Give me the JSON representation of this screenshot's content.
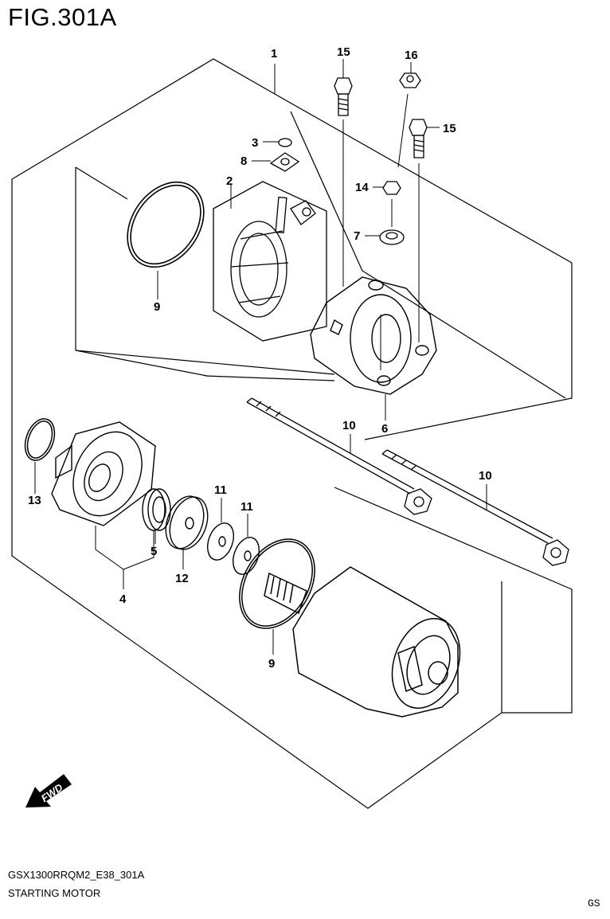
{
  "figure": {
    "title": "FIG.301A"
  },
  "footer": {
    "code": "GSX1300RRQM2_E38_301A",
    "name": "STARTING MOTOR",
    "region": "GS"
  },
  "fwd_label": "FWD",
  "callouts": [
    {
      "id": "c1",
      "label": "1"
    },
    {
      "id": "c15a",
      "label": "15"
    },
    {
      "id": "c16",
      "label": "16"
    },
    {
      "id": "c15b",
      "label": "15"
    },
    {
      "id": "c3",
      "label": "3"
    },
    {
      "id": "c8",
      "label": "8"
    },
    {
      "id": "c2",
      "label": "2"
    },
    {
      "id": "c14",
      "label": "14"
    },
    {
      "id": "c7",
      "label": "7"
    },
    {
      "id": "c9a",
      "label": "9"
    },
    {
      "id": "c6",
      "label": "6"
    },
    {
      "id": "c10a",
      "label": "10"
    },
    {
      "id": "c10b",
      "label": "10"
    },
    {
      "id": "c13",
      "label": "13"
    },
    {
      "id": "c11a",
      "label": "11"
    },
    {
      "id": "c11b",
      "label": "11"
    },
    {
      "id": "c5",
      "label": "5"
    },
    {
      "id": "c12",
      "label": "12"
    },
    {
      "id": "c4",
      "label": "4"
    },
    {
      "id": "c9b",
      "label": "9"
    }
  ]
}
